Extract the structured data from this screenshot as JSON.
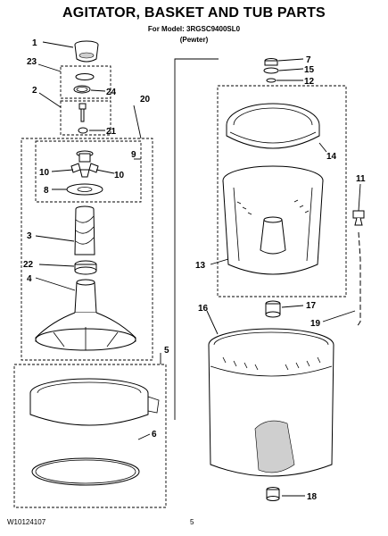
{
  "header": {
    "title": "AGITATOR, BASKET AND TUB PARTS",
    "model": "For Model: 3RGSC9400SL0",
    "color": "(Pewter)"
  },
  "footer": {
    "doc_number": "W10124107",
    "page_number": "5"
  },
  "callouts": {
    "c1": "1",
    "c2": "2",
    "c3": "3",
    "c4": "4",
    "c5": "5",
    "c6": "6",
    "c7": "7",
    "c8": "8",
    "c9": "9",
    "c10a": "10",
    "c10b": "10",
    "c11": "11",
    "c12": "12",
    "c13": "13",
    "c14": "14",
    "c15": "15",
    "c16": "16",
    "c17": "17",
    "c18": "18",
    "c19": "19",
    "c20": "20",
    "c21": "21",
    "c22": "22",
    "c23": "23",
    "c24": "24"
  }
}
